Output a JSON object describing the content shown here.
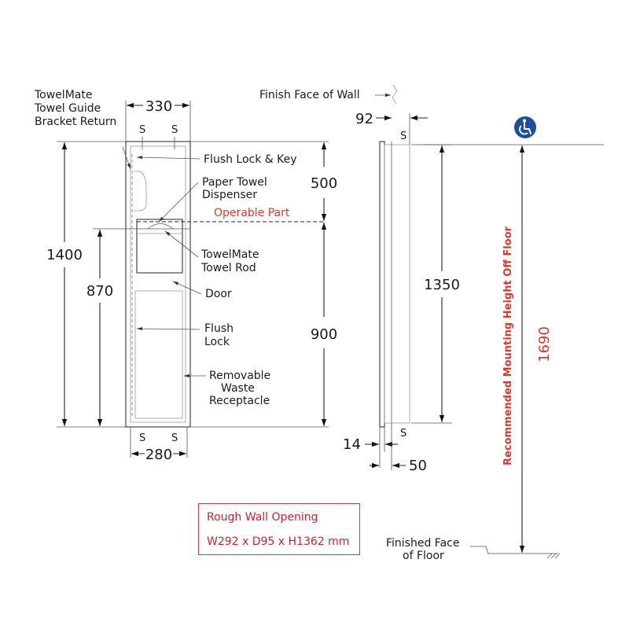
{
  "front": {
    "width_top": "330",
    "width_bottom": "280",
    "overall_height": "1400",
    "lower_height": "870",
    "upper_segment": "500",
    "lower_segment": "900",
    "stud_mark": "S"
  },
  "labels": {
    "towelmate_bracket": [
      "TowelMate",
      "Towel Guide",
      "Bracket Return"
    ],
    "flush_lock_key": "Flush Lock & Key",
    "paper_towel_dispenser": [
      "Paper Towel",
      "Dispenser"
    ],
    "operable_part": "Operable Part",
    "towelmate_rod": [
      "TowelMate",
      "Towel Rod"
    ],
    "door": "Door",
    "flush_lock": [
      "Flush",
      "Lock"
    ],
    "waste_receptacle": [
      "Removable",
      "Waste",
      "Receptacle"
    ],
    "finish_face_wall": "Finish Face of Wall",
    "finished_face_floor": [
      "Finished Face",
      "of Floor"
    ]
  },
  "side": {
    "depth": "92",
    "height": "1350",
    "flange": "14",
    "projection": "50",
    "stud_mark": "S"
  },
  "mounting": {
    "label": "Recommended Mounting Height Off Floor",
    "value": "1690",
    "accessibility_icon": "wheelchair-icon",
    "icon_color": "#1c4f9c"
  },
  "rough_opening": {
    "title": "Rough Wall Opening",
    "dims": "W292 x D95 x H1362 mm"
  },
  "colors": {
    "accent_red": "#e0362a",
    "line": "#222222"
  }
}
